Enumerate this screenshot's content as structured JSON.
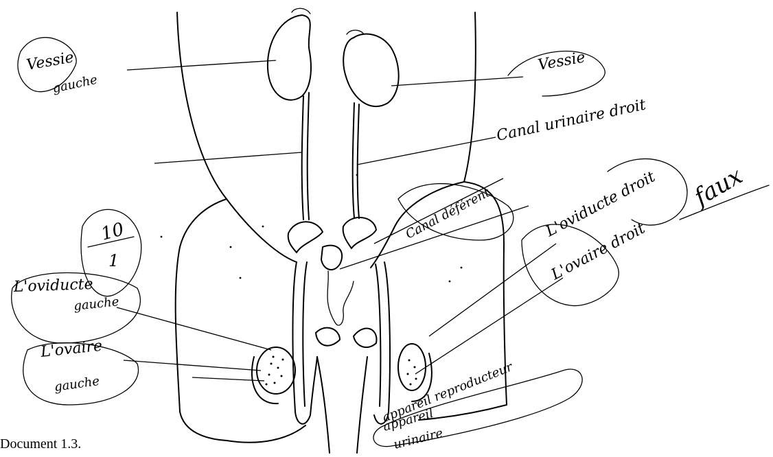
{
  "labels": {
    "left_kidney": [
      "Vessie",
      "gauche"
    ],
    "right_kidney": "Vessie",
    "right_urinary_canal": "Canal urinaire droit",
    "efferent_canal": "Canal déférent",
    "right_oviduct": "L'oviducte droit",
    "right_ovary": "L'ovaire droit",
    "left_oviduct": [
      "L'oviducte",
      "gauche"
    ],
    "left_ovary": [
      "L'ovaire",
      "gauche"
    ],
    "apparatus_reproductive": "appareil reproducteur",
    "apparatus_urinary": [
      "appareil",
      "urinaire"
    ]
  },
  "grade": {
    "score": "10",
    "denominator": "1"
  },
  "signature": "faux",
  "caption": "Document 1.3."
}
